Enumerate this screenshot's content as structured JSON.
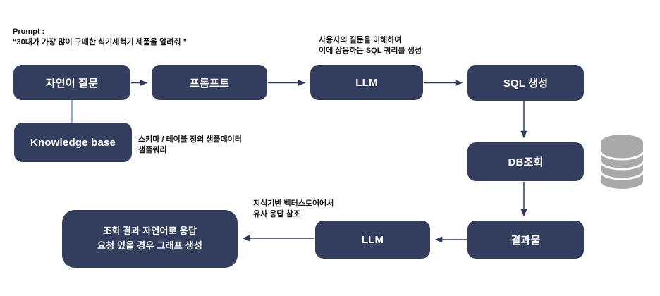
{
  "diagram": {
    "title_note": {
      "line1": "Prompt :",
      "line2": "“30대가 가장 많이 구매한 식기세척기 제품을 알려줘 ”"
    },
    "nodes": {
      "nlq": {
        "label": "자연어 질문"
      },
      "prompt": {
        "label": "프롬프트"
      },
      "llm_top": {
        "label": "LLM"
      },
      "sql_gen": {
        "label": "SQL 생성"
      },
      "kb": {
        "label": "Knowledge base"
      },
      "db_query": {
        "label": "DB조회"
      },
      "result": {
        "label": "결과물"
      },
      "llm_bottom": {
        "label": "LLM"
      },
      "final_answer": {
        "line1": "조회 결과 자연어로 응답",
        "line2": "요청 있을 경우 그래프 생성"
      }
    },
    "annotations": {
      "llm_top_note": {
        "line1": "사용자의 질문을 이해하여",
        "line2": "이에 상응하는 SQL 쿼리를 생성"
      },
      "kb_note": {
        "line1": "스키마 / 테이블 정의 샘플데이터",
        "line2": "샘플쿼리"
      },
      "llm_bottom_note": {
        "line1": "지식기반 벡터스토어에서",
        "line2": "유사 응답 참조"
      }
    },
    "icons": {
      "database": "database-cylinder-icon"
    },
    "colors": {
      "node_fill": "#333e5e",
      "node_text": "#ffffff",
      "arrow": "#2d3a5e",
      "kb_connector": "#7396d5",
      "annotation_text": "#141414",
      "database_icon": "#a9a9a9",
      "background": "#ffffff"
    }
  }
}
